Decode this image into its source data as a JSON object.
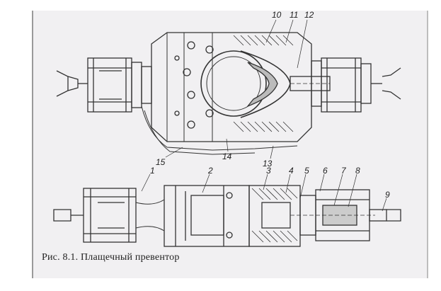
{
  "figure": {
    "caption": "Рис. 8.1. Плащечный превентор",
    "labels": [
      {
        "id": "1",
        "text": "1"
      },
      {
        "id": "2",
        "text": "2"
      },
      {
        "id": "3",
        "text": "3"
      },
      {
        "id": "4",
        "text": "4"
      },
      {
        "id": "5",
        "text": "5"
      },
      {
        "id": "6",
        "text": "6"
      },
      {
        "id": "7",
        "text": "7"
      },
      {
        "id": "8",
        "text": "8"
      },
      {
        "id": "9",
        "text": "9"
      },
      {
        "id": "10",
        "text": "10"
      },
      {
        "id": "11",
        "text": "11"
      },
      {
        "id": "12",
        "text": "12"
      },
      {
        "id": "13",
        "text": "13"
      },
      {
        "id": "14",
        "text": "14"
      },
      {
        "id": "15",
        "text": "15"
      }
    ]
  }
}
